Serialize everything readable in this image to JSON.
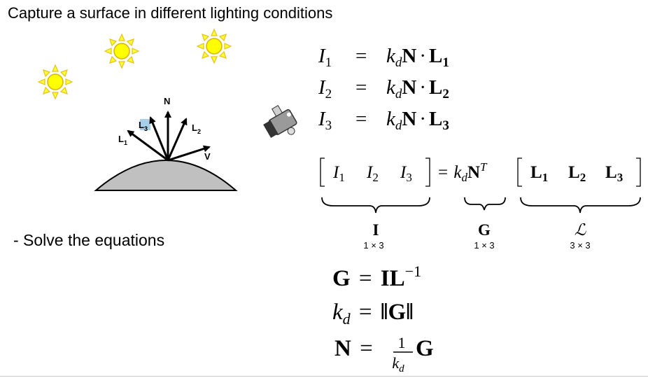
{
  "slide": {
    "title": "Capture a surface in different lighting conditions",
    "bullet": "- Solve the equations"
  },
  "diagram": {
    "labels": {
      "N": "N",
      "L1": "L",
      "L1_sub": "1",
      "L2": "L",
      "L2_sub": "2",
      "L3": "L",
      "L3_sub": "3",
      "V": "V"
    }
  },
  "equations": {
    "eq1": {
      "lhs": "I",
      "lhs_sub": "1",
      "eq": "=",
      "kd": "k",
      "kd_sub": "d",
      "N": "N",
      "dot": "·",
      "L": "L",
      "L_sub": "1"
    },
    "eq2": {
      "lhs": "I",
      "lhs_sub": "2",
      "eq": "=",
      "kd": "k",
      "kd_sub": "d",
      "N": "N",
      "dot": "·",
      "L": "L",
      "L_sub": "2"
    },
    "eq3": {
      "lhs": "I",
      "lhs_sub": "3",
      "eq": "=",
      "kd": "k",
      "kd_sub": "d",
      "N": "N",
      "dot": "·",
      "L": "L",
      "L_sub": "3"
    }
  },
  "matrix": {
    "I1": "I",
    "I1_sub": "1",
    "I2": "I",
    "I2_sub": "2",
    "I3": "I",
    "I3_sub": "3",
    "eq": "=",
    "kd": "k",
    "kd_sub": "d",
    "N": "N",
    "T": "T",
    "L1": "L",
    "L1_sub": "1",
    "L2": "L",
    "L2_sub": "2",
    "L3": "L",
    "L3_sub": "3",
    "brace_I": "I",
    "brace_I_dim": "1 × 3",
    "brace_G": "G",
    "brace_G_dim": "1 × 3",
    "brace_L": "ℒ",
    "brace_L_dim": "3 × 3"
  },
  "solution": {
    "line1": {
      "G": "G",
      "eq": "=",
      "IL": "IL",
      "exp": "−1"
    },
    "line2": {
      "kd": "k",
      "kd_sub": "d",
      "eq": "=",
      "norm": "‖G‖"
    },
    "line3": {
      "N": "N",
      "eq": "=",
      "num": "1",
      "den": "k",
      "den_sub": "d",
      "G": "G"
    }
  },
  "colors": {
    "sun_fill": "#ffff00",
    "sun_ray": "#f2d21a",
    "surface": "#c0c0c0",
    "highlight": "#a9cfe8",
    "camera": "#555555"
  }
}
